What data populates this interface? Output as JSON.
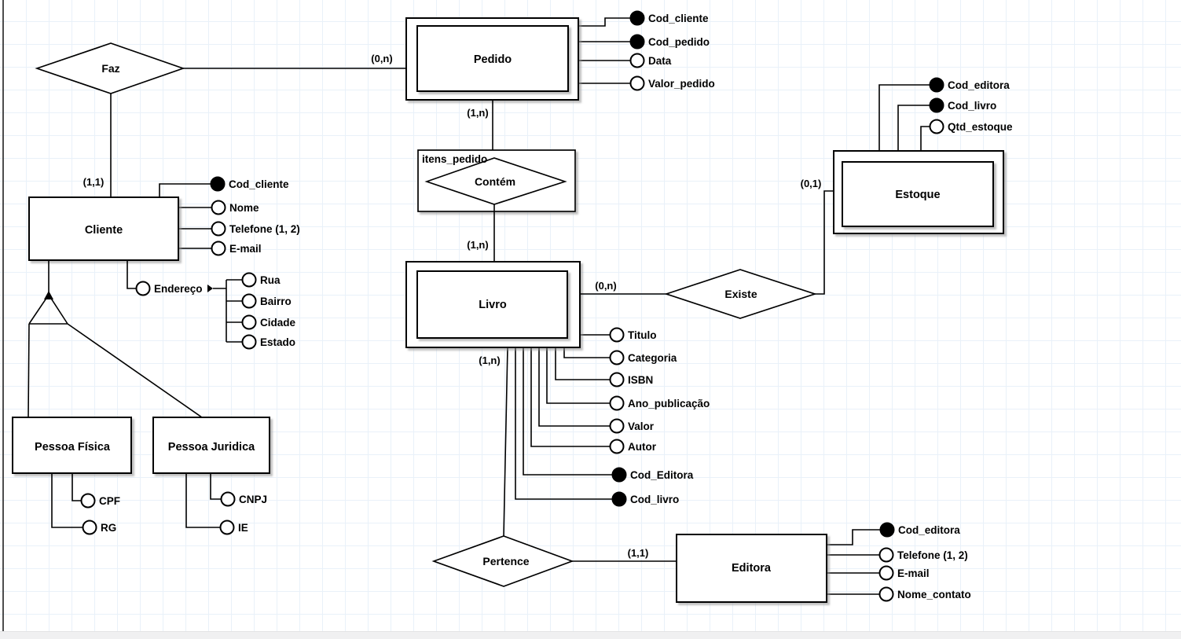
{
  "canvas": {
    "background": "#ffffff",
    "grid_color": "#e9f1f9",
    "stroke_color": "#000000",
    "shadow_color": "#999999",
    "page_border_color": "#4d4d4d",
    "scrollbar_color": "#f0f0f1"
  },
  "relationships": {
    "faz": {
      "label": "Faz",
      "cardinalities": {
        "pedido": "(0,n)",
        "cliente": "(1,1)"
      }
    },
    "contem": {
      "label": "Contém",
      "container": "itens_pedido",
      "cardinalities": {
        "pedido": "(1,n)",
        "livro": "(1,n)"
      }
    },
    "existe": {
      "label": "Existe",
      "cardinalities": {
        "livro": "(0,n)",
        "estoque": "(0,1)"
      }
    },
    "pertence": {
      "label": "Pertence",
      "cardinalities": {
        "livro": "(1,n)",
        "editora": "(1,1)"
      }
    }
  },
  "entities": {
    "pedido": {
      "label": "Pedido",
      "attributes": [
        {
          "label": "Cod_cliente",
          "key": true
        },
        {
          "label": "Cod_pedido",
          "key": true
        },
        {
          "label": "Data",
          "key": false
        },
        {
          "label": "Valor_pedido",
          "key": false
        }
      ]
    },
    "cliente": {
      "label": "Cliente",
      "attributes": [
        {
          "label": "Cod_cliente",
          "key": true
        },
        {
          "label": "Nome",
          "key": false
        },
        {
          "label": "Telefone (1, 2)",
          "key": false
        },
        {
          "label": "E-mail",
          "key": false
        },
        {
          "label": "Endereço",
          "key": false,
          "composite": true,
          "sub_attributes": [
            "Rua",
            "Bairro",
            "Cidade",
            "Estado"
          ]
        }
      ]
    },
    "livro": {
      "label": "Livro",
      "attributes": [
        {
          "label": "Titulo",
          "key": false
        },
        {
          "label": "Categoria",
          "key": false
        },
        {
          "label": "ISBN",
          "key": false
        },
        {
          "label": "Ano_publicação",
          "key": false
        },
        {
          "label": "Valor",
          "key": false
        },
        {
          "label": "Autor",
          "key": false
        },
        {
          "label": "Cod_Editora",
          "key": true
        },
        {
          "label": "Cod_livro",
          "key": true
        }
      ]
    },
    "estoque": {
      "label": "Estoque",
      "attributes": [
        {
          "label": "Cod_editora",
          "key": true
        },
        {
          "label": "Cod_livro",
          "key": true
        },
        {
          "label": "Qtd_estoque",
          "key": false
        }
      ]
    },
    "editora": {
      "label": "Editora",
      "attributes": [
        {
          "label": "Cod_editora",
          "key": true
        },
        {
          "label": "Telefone (1, 2)",
          "key": false
        },
        {
          "label": "E-mail",
          "key": false
        },
        {
          "label": "Nome_contato",
          "key": false
        }
      ]
    },
    "pessoa_fisica": {
      "label": "Pessoa Física",
      "attributes": [
        {
          "label": "CPF",
          "key": false
        },
        {
          "label": "RG",
          "key": false
        }
      ]
    },
    "pessoa_juridica": {
      "label": "Pessoa Juridica",
      "attributes": [
        {
          "label": "CNPJ",
          "key": false
        },
        {
          "label": "IE",
          "key": false
        }
      ]
    }
  }
}
